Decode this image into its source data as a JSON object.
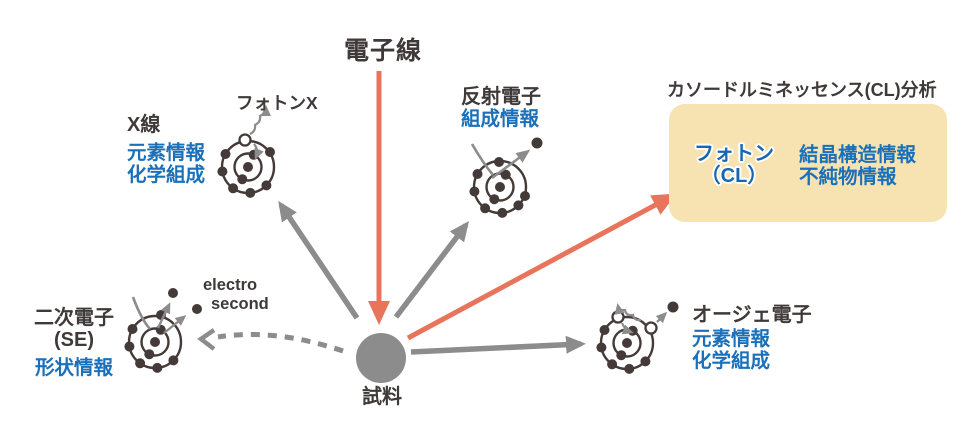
{
  "colors": {
    "accent_red": "#E8745C",
    "arrow_gray": "#8C8C8C",
    "info_blue": "#1A70B9",
    "ink": "#3F3A39",
    "cl_box_bg": "#F7E3B2"
  },
  "beam": {
    "label": "電子線"
  },
  "sample": {
    "label": "試料"
  },
  "xray": {
    "photon_label": "フォトンX",
    "title": "X線",
    "info": [
      "元素情報",
      "化学組成"
    ]
  },
  "backscattered": {
    "title": "反射電子",
    "info": [
      "組成情報"
    ]
  },
  "secondary": {
    "title": "二次電子",
    "abbr": "(SE)",
    "info": [
      "形状情報"
    ],
    "en": [
      "electro",
      "second"
    ]
  },
  "auger": {
    "title": "オージェ電子",
    "info": [
      "元素情報",
      "化学組成"
    ]
  },
  "cl": {
    "title": "カソードルミネッセンス(CL)分析",
    "photon": [
      "フォトン",
      "（CL）"
    ],
    "info": [
      "結晶構造情報",
      "不純物情報"
    ]
  }
}
